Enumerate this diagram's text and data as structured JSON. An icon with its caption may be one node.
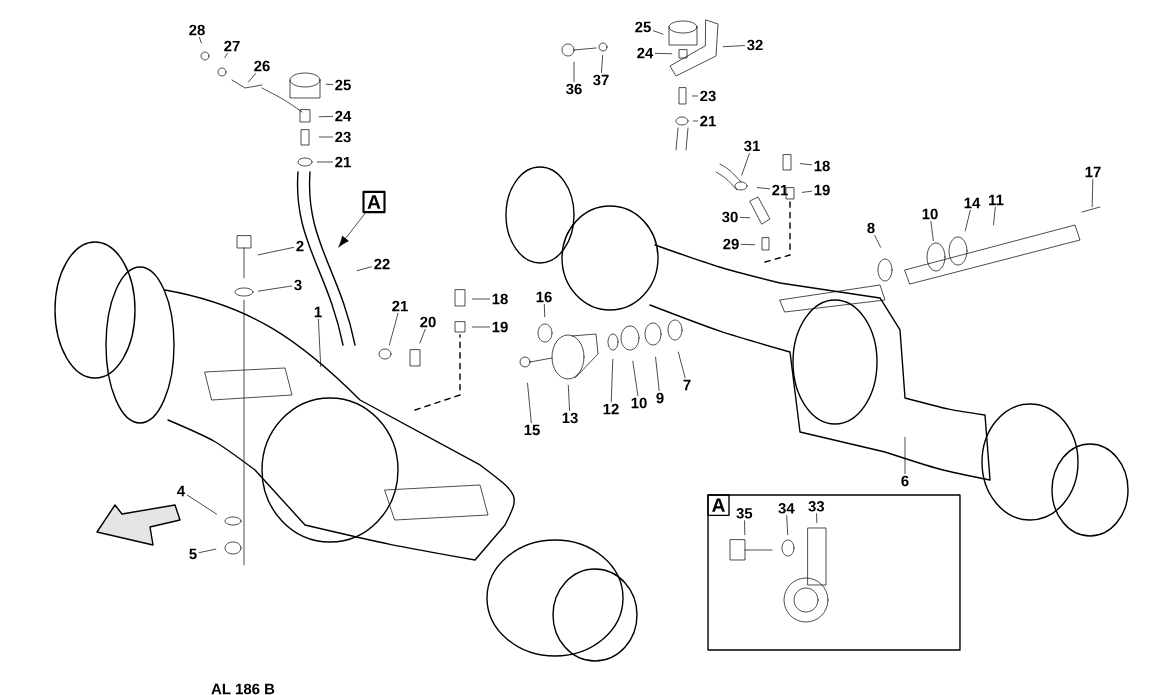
{
  "diagram": {
    "nodes": [
      {
        "text": [
          "28"
        ]
      },
      {
        "text": [
          "27"
        ]
      },
      {
        "text": [
          "26"
        ]
      },
      {
        "text": [
          "25"
        ]
      },
      {
        "text": [
          "24"
        ]
      },
      {
        "text": [
          "23"
        ]
      },
      {
        "text": [
          "21"
        ]
      },
      {
        "text": [
          "A"
        ]
      },
      {
        "text": [
          "22"
        ]
      },
      {
        "text": [
          "2"
        ]
      },
      {
        "text": [
          "3"
        ]
      },
      {
        "text": [
          "1"
        ]
      },
      {
        "text": [
          "21"
        ]
      },
      {
        "text": [
          "20"
        ]
      },
      {
        "text": [
          "18"
        ]
      },
      {
        "text": [
          "19"
        ]
      },
      {
        "text": [
          "16"
        ]
      },
      {
        "text": [
          "15"
        ]
      },
      {
        "text": [
          "13"
        ]
      },
      {
        "text": [
          "12"
        ]
      },
      {
        "text": [
          "10"
        ]
      },
      {
        "text": [
          "9"
        ]
      },
      {
        "text": [
          "7"
        ]
      },
      {
        "text": [
          "4"
        ]
      },
      {
        "text": [
          "5"
        ]
      },
      {
        "text": [
          "25"
        ]
      },
      {
        "text": [
          "24"
        ]
      },
      {
        "text": [
          "32"
        ]
      },
      {
        "text": [
          "36"
        ]
      },
      {
        "text": [
          "37"
        ]
      },
      {
        "text": [
          "23"
        ]
      },
      {
        "text": [
          "21"
        ]
      },
      {
        "text": [
          "31"
        ]
      },
      {
        "text": [
          "21"
        ]
      },
      {
        "text": [
          "18"
        ]
      },
      {
        "text": [
          "19"
        ]
      },
      {
        "text": [
          "30"
        ]
      },
      {
        "text": [
          "29"
        ]
      },
      {
        "text": [
          "8"
        ]
      },
      {
        "text": [
          "10"
        ]
      },
      {
        "text": [
          "14"
        ]
      },
      {
        "text": [
          "11"
        ]
      },
      {
        "text": [
          "17"
        ]
      },
      {
        "text": [
          "6"
        ]
      },
      {
        "text": [
          "A"
        ]
      },
      {
        "text": [
          "35"
        ],
        "in": 44
      },
      {
        "text": [
          "34"
        ],
        "in": 44
      },
      {
        "text": [
          "33"
        ],
        "in": 44
      }
    ],
    "edges": [
      {
        "from": 0,
        "to": null,
        "arrow": "none"
      },
      {
        "from": 1,
        "to": null,
        "arrow": "none"
      },
      {
        "from": 2,
        "to": null,
        "arrow": "none"
      },
      {
        "from": 3,
        "to": null,
        "arrow": "none"
      },
      {
        "from": 4,
        "to": null,
        "arrow": "none"
      },
      {
        "from": 5,
        "to": null,
        "arrow": "none"
      },
      {
        "from": 6,
        "to": null,
        "arrow": "none"
      },
      {
        "from": 7,
        "to": null,
        "arrow": "to"
      },
      {
        "from": 8,
        "to": null,
        "arrow": "none"
      },
      {
        "from": 9,
        "to": null,
        "arrow": "none"
      },
      {
        "from": 10,
        "to": null,
        "arrow": "none"
      },
      {
        "from": 11,
        "to": null,
        "arrow": "none"
      },
      {
        "from": 12,
        "to": null,
        "arrow": "none"
      },
      {
        "from": 13,
        "to": null,
        "arrow": "none"
      },
      {
        "from": 14,
        "to": null,
        "arrow": "none"
      },
      {
        "from": 15,
        "to": null,
        "arrow": "none"
      },
      {
        "from": 16,
        "to": null,
        "arrow": "none"
      },
      {
        "from": 17,
        "to": null,
        "arrow": "none"
      },
      {
        "from": 18,
        "to": null,
        "arrow": "none"
      },
      {
        "from": 19,
        "to": null,
        "arrow": "none"
      },
      {
        "from": 20,
        "to": null,
        "arrow": "none"
      },
      {
        "from": 21,
        "to": null,
        "arrow": "none"
      },
      {
        "from": 22,
        "to": null,
        "arrow": "none"
      },
      {
        "from": 23,
        "to": null,
        "arrow": "none"
      },
      {
        "from": 24,
        "to": null,
        "arrow": "none"
      },
      {
        "from": 25,
        "to": null,
        "arrow": "none"
      },
      {
        "from": 26,
        "to": null,
        "arrow": "none"
      },
      {
        "from": 27,
        "to": null,
        "arrow": "none"
      },
      {
        "from": 28,
        "to": null,
        "arrow": "none"
      },
      {
        "from": 29,
        "to": null,
        "arrow": "none"
      },
      {
        "from": 30,
        "to": null,
        "arrow": "none"
      },
      {
        "from": 31,
        "to": null,
        "arrow": "none"
      },
      {
        "from": 32,
        "to": null,
        "arrow": "none"
      },
      {
        "from": 33,
        "to": null,
        "arrow": "none"
      },
      {
        "from": 34,
        "to": null,
        "arrow": "none"
      },
      {
        "from": 35,
        "to": null,
        "arrow": "none"
      },
      {
        "from": 36,
        "to": null,
        "arrow": "none"
      },
      {
        "from": 37,
        "to": null,
        "arrow": "none"
      },
      {
        "from": 38,
        "to": null,
        "arrow": "none"
      },
      {
        "from": 39,
        "to": null,
        "arrow": "none"
      },
      {
        "from": 40,
        "to": null,
        "arrow": "none"
      },
      {
        "from": 41,
        "to": null,
        "arrow": "none"
      },
      {
        "from": 42,
        "to": null,
        "arrow": "none"
      },
      {
        "from": 43,
        "to": null,
        "arrow": "none"
      },
      {
        "from": 45,
        "to": null,
        "arrow": "none"
      },
      {
        "from": 46,
        "to": null,
        "arrow": "none"
      },
      {
        "from": 47,
        "to": null,
        "arrow": "none"
      }
    ],
    "labels": [
      "AL 186 B"
    ]
  }
}
